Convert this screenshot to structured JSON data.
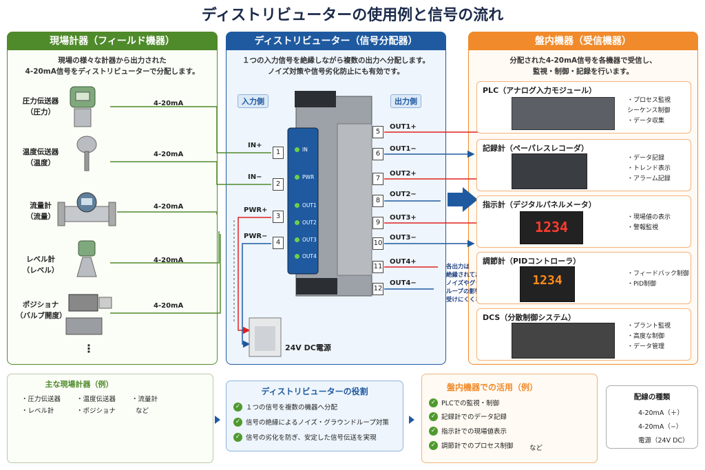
{
  "title": "ディストリビューターの使用例と信号の流れ",
  "left": {
    "header": "現場計器（フィールド機器）",
    "desc1": "現場の様々な計器から出力された",
    "desc2": "4-20mA信号をディストリビューターで分配します。",
    "devices": [
      {
        "name": "圧力伝送器",
        "sub": "（圧力）"
      },
      {
        "name": "温度伝送器",
        "sub": "（温度）"
      },
      {
        "name": "流量計",
        "sub": "（流量）"
      },
      {
        "name": "レベル計",
        "sub": "（レベル）"
      },
      {
        "name": "ポジショナ",
        "sub": "（バルブ開度）"
      }
    ],
    "signal": "4-20mA",
    "more": "⋮"
  },
  "center": {
    "header": "ディストリビューター（信号分配器）",
    "desc1": "１つの入力信号を絶縁しながら複数の出力へ分配します。",
    "desc2": "ノイズ対策や信号劣化防止にも有効です。",
    "input_side": "入力側",
    "output_side": "出力側",
    "inputs": [
      {
        "n": "1",
        "label": "IN+"
      },
      {
        "n": "2",
        "label": "IN−"
      },
      {
        "n": "3",
        "label": "PWR+"
      },
      {
        "n": "4",
        "label": "PWR−"
      }
    ],
    "outputs": [
      {
        "n": "5",
        "label": "OUT1+"
      },
      {
        "n": "6",
        "label": "OUT1−"
      },
      {
        "n": "7",
        "label": "OUT2+"
      },
      {
        "n": "8",
        "label": "OUT2−"
      },
      {
        "n": "9",
        "label": "OUT3+"
      },
      {
        "n": "10",
        "label": "OUT3−"
      },
      {
        "n": "11",
        "label": "OUT4+"
      },
      {
        "n": "12",
        "label": "OUT4−"
      }
    ],
    "leds": [
      "IN",
      "PWR",
      "OUT1",
      "OUT2",
      "OUT3",
      "OUT4"
    ],
    "power": "24V DC電源",
    "note": [
      "各出力は",
      "絶縁されており、",
      "ノイズやグラウンド",
      "ループの影響を",
      "受けにくくなります。"
    ]
  },
  "right": {
    "header": "盤内機器（受信機器）",
    "desc1": "分配された4-20mA信号を各機器で受信し、",
    "desc2": "監視・制御・記録を行います。",
    "cards": [
      {
        "title": "PLC（アナログ入力モジュール）",
        "items": [
          "・プロセス監視",
          "シーケンス制御",
          "・データ収集"
        ]
      },
      {
        "title": "記録計（ペーパレスレコーダ）",
        "items": [
          "・データ記録",
          "・トレンド表示",
          "・アラーム記録"
        ]
      },
      {
        "title": "指示計（デジタルパネルメータ）",
        "items": [
          "・現場値の表示",
          "・警報監視"
        ],
        "display": "1234"
      },
      {
        "title": "調節計（PIDコントローラ）",
        "items": [
          "・フィードバック制御",
          "・PID制御"
        ],
        "display": "1234"
      },
      {
        "title": "DCS（分散制御システム）",
        "items": [
          "・プラント監視",
          "・高度な制御",
          "・データ管理"
        ]
      }
    ]
  },
  "bottom": {
    "devices": {
      "title": "主な現場計器（例）",
      "items": [
        "・圧力伝送器",
        "・温度伝送器",
        "・流量計",
        "・レベル計",
        "・ポジショナ",
        "など"
      ]
    },
    "role": {
      "title": "ディストリビューターの役割",
      "items": [
        "１つの信号を複数の機器へ分配",
        "信号の絶縁によるノイズ・グラウンドループ対策",
        "信号の劣化を防ぎ、安定した信号伝送を実現"
      ]
    },
    "usage": {
      "title": "盤内機器での活用（例）",
      "items": [
        "PLCでの監視・制御",
        "記録計でのデータ記録",
        "指示計での現場値表示",
        "調節計でのプロセス制御"
      ],
      "suffix": "など"
    },
    "legend": {
      "title": "配線の種類",
      "items": [
        "4-20mA（＋）",
        "4-20mA（−）",
        "電源（24V DC）"
      ]
    }
  },
  "colors": {
    "green": "#4f8a2b",
    "blue": "#1f5aa0",
    "orange": "#f08a2a",
    "red": "#e02020"
  }
}
